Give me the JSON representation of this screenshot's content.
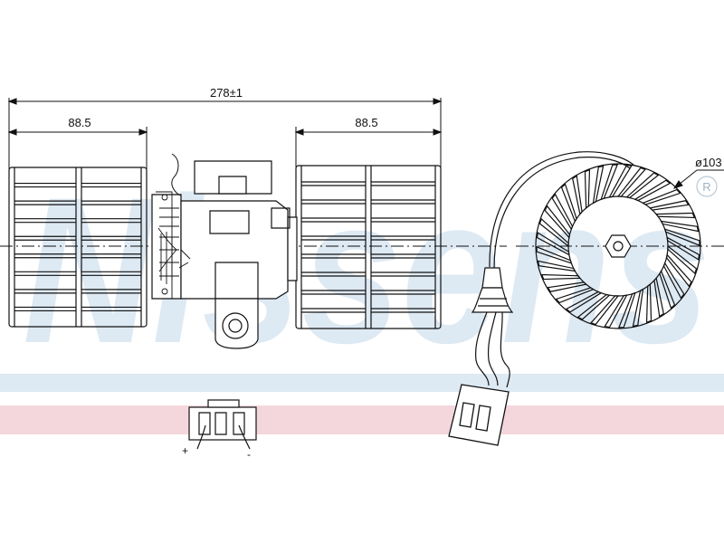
{
  "drawing": {
    "watermark": {
      "logo_text": "Nissens",
      "registered_mark": "R",
      "band_colors": {
        "blue": "#dde9f3",
        "red": "#f4d7dd"
      }
    },
    "dimensions": {
      "overall_length": "278±1",
      "left_fan_length": "88.5",
      "right_fan_length": "88.5",
      "wheel_diameter": "ø103"
    },
    "connector": {
      "positive_label": "+",
      "negative_label": "-"
    },
    "line_color": "#111111"
  }
}
